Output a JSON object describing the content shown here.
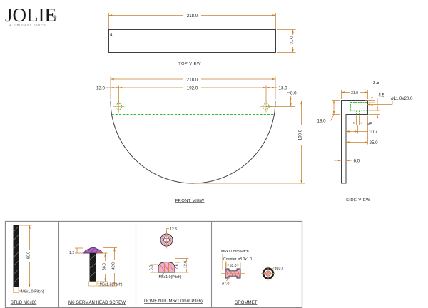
{
  "logo": {
    "name": "JOLIE",
    "reg": "®",
    "tagline": "A timeless touch."
  },
  "colors": {
    "dimension": "#c8802e",
    "hidden_line": "#2fbf2f",
    "outline": "#3f3f3f",
    "pink_fill": "#f2afc6",
    "hatch_red": "#c2476f",
    "purple_head": "#a35cb5",
    "part_black": "#1b1b1b",
    "panel_border": "#8a8a8a",
    "logo_gray": "#8d8d8d"
  },
  "top_view": {
    "title": "TOP VIEW",
    "width": "218.0",
    "depth": "31.0",
    "corner_mark": "4"
  },
  "front_view": {
    "title": "FRONT VIEW",
    "width": "218.0",
    "hole_spacing": "192.0",
    "left_margin": "13.0",
    "right_margin": "13.0",
    "hole_offset": "8.0",
    "height": "109.0"
  },
  "side_view": {
    "title": "SIDE VIEW",
    "bracket_width": "31.0",
    "bracket_height": "18.0",
    "hole_inset": "2.5",
    "counterbore": "4.5",
    "hole_size": "ø11.0x20.0",
    "set_screw": "M5",
    "screw_offset": "10.7",
    "bracket_depth": "25.0",
    "thickness": "6.0"
  },
  "parts": {
    "stud": {
      "label": "STUD M6x80",
      "length": "80.0",
      "pitch": "M6x1.0(Pitch)"
    },
    "screw": {
      "label": "M6 GERMAN HEAD SCREW",
      "head_height": "1.2",
      "shaft_length": "38.0",
      "total_length": "42.0",
      "pitch": "M6x1.0(Pitch)"
    },
    "dome_nut": {
      "label": "DOME NUT(M6x1.0mm Pitch)",
      "diameter": "12.5",
      "thread_depth": "6.0",
      "body_height": "7.6",
      "total_height": "12.0",
      "pitch": "M6x1.0(Pitch)"
    },
    "grommet": {
      "label": "GROMMET",
      "pitch": "M6x1.0mm Pitch",
      "counter": "Counter ø8.0x1.0",
      "length": "18.0",
      "inner_diameter": "ø7.0",
      "outer_diameter": "ø10.7"
    }
  }
}
